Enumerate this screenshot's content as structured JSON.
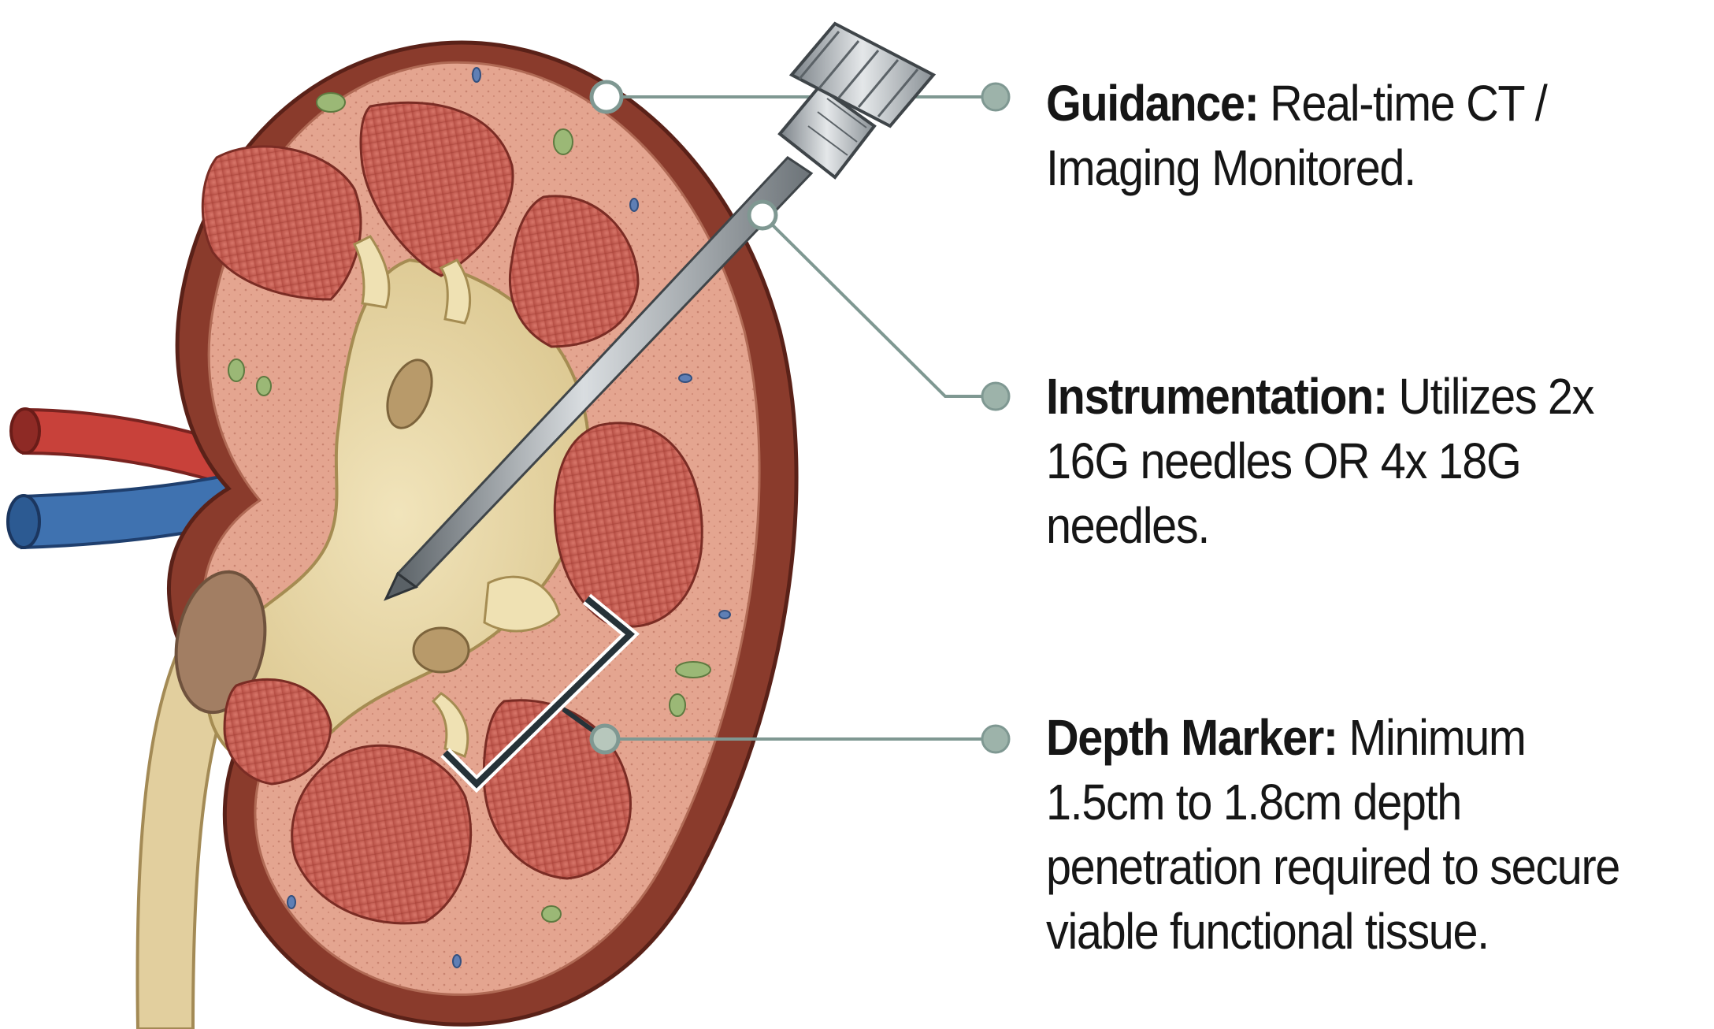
{
  "callouts": {
    "guidance": {
      "term": "Guidance:",
      "text": "Real-time CT / Imaging Monitored."
    },
    "instrumentation": {
      "term": "Instrumentation:",
      "text": "Utilizes 2x 16G needles OR 4x 18G needles."
    },
    "depth_marker": {
      "term": "Depth Marker:",
      "text": "Minimum 1.5cm to 1.8cm depth penetration required to secure viable functional tissue."
    }
  },
  "colors": {
    "capsule": "#8a3b2c",
    "cortex": "#e2a088",
    "pyramid": "#c1584b",
    "renal_pelvis": "#e6d4a2",
    "renal_artery": "#c8413a",
    "renal_vein": "#3f72b0",
    "needle": "#8f969c",
    "leader_line": "#7f9892",
    "leader_dot": "#9db3aa",
    "depth_bracket": "#263238"
  },
  "icons": {
    "needle": "biopsy-needle-icon",
    "kidney": "kidney-cross-section-illustration"
  }
}
